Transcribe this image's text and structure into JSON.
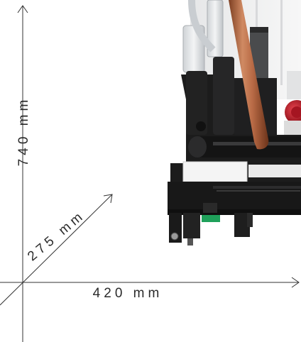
{
  "dimensions": {
    "height_label": "740 mm",
    "depth_label": "275 mm",
    "width_label": "420 mm"
  },
  "colors": {
    "axis": "#333333",
    "copper": "#b86a45",
    "housing": "#1c1c1c",
    "valve_red": "#c41f2d",
    "connector_green": "#1fa05a"
  }
}
